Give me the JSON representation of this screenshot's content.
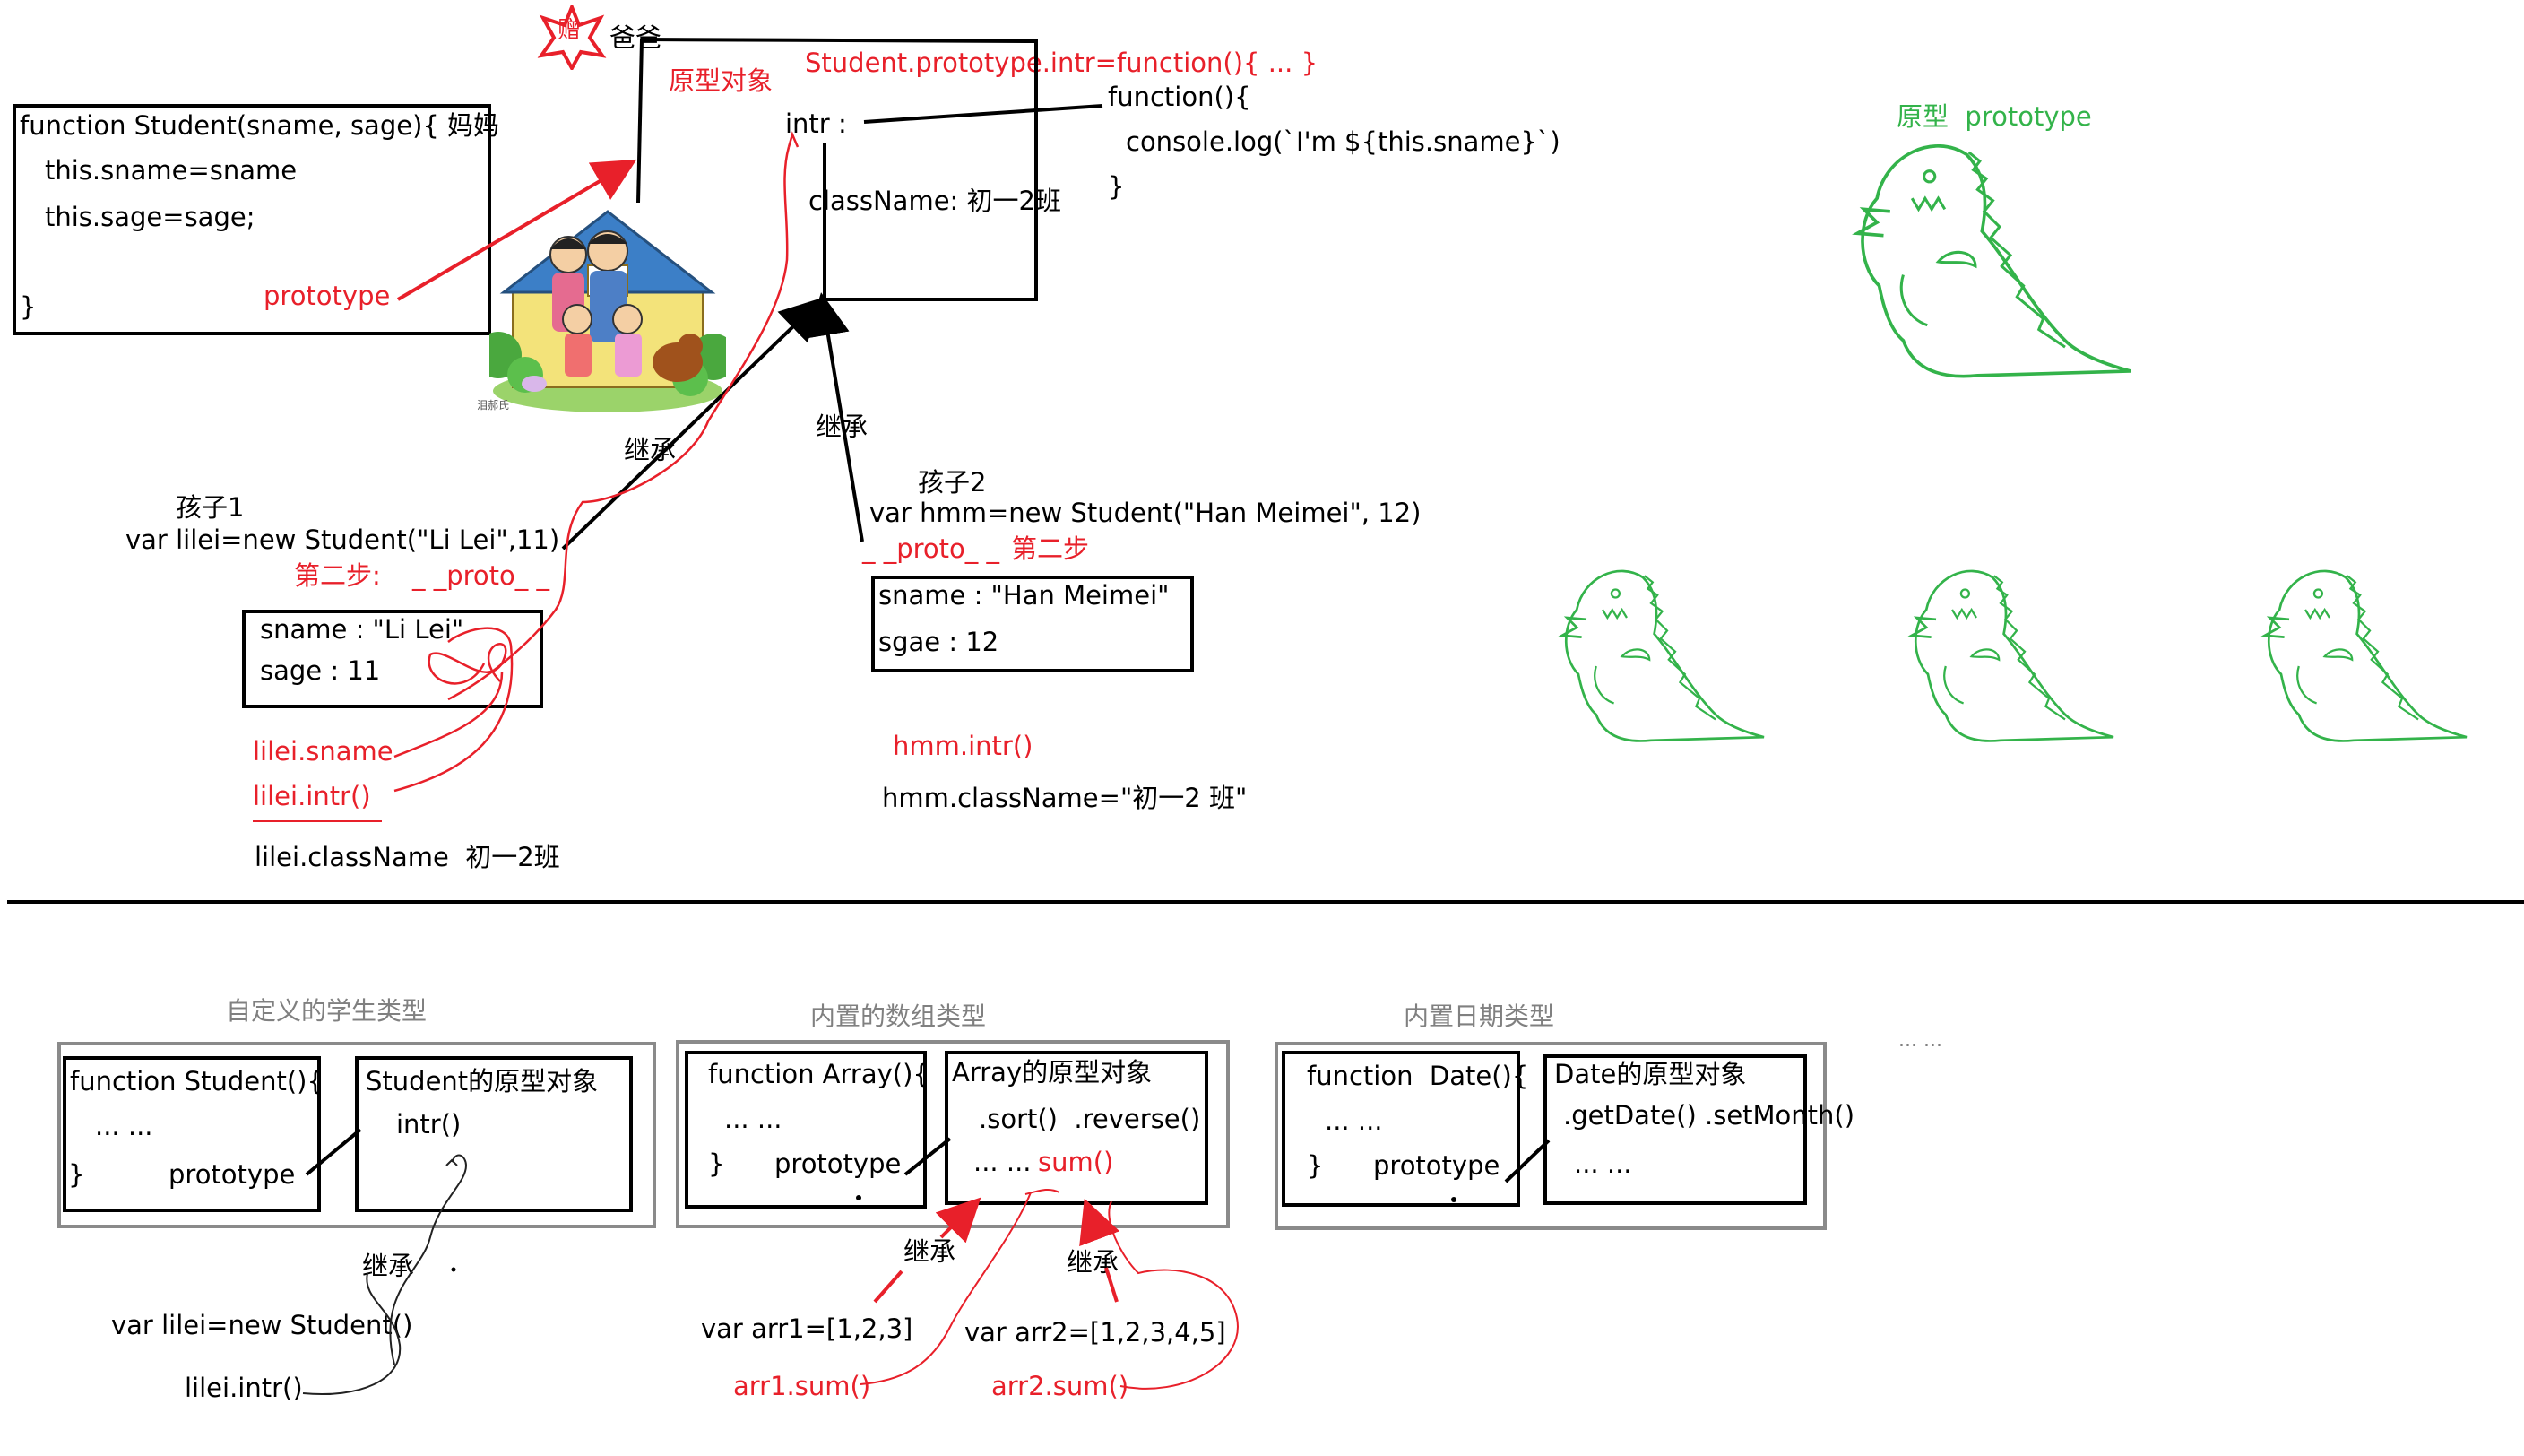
{
  "top": {
    "father_label": "爸爸",
    "gift_badge": "赠",
    "proto_obj_label": "原型对象",
    "proto_assign": "Student.prototype.intr=function(){ ... }",
    "intr_key": "intr :",
    "func_open": "function(){",
    "func_body": "console.log(`I'm ${this.sname}`)",
    "func_close": "}",
    "classname": "className: 初一2班",
    "ctor_line1": "function Student(sname, sage){ 妈妈",
    "ctor_line2": "this.sname=sname",
    "ctor_line3": "this.sage=sage;",
    "ctor_line4": "}",
    "prototype_label": "prototype",
    "family_caption": "泪郝氏",
    "inherit1": "继承",
    "inherit2": "继承",
    "child1_title": "孩子1",
    "child1_code": "var lilei=new Student(\"Li Lei\",11)",
    "step2_a": "第二步:",
    "proto_a": "_ _proto_ _",
    "child1_sname": "sname : \"Li Lei\"",
    "child1_sage": "sage : 11",
    "lilei_sname": "lilei.sname",
    "lilei_intr": "lilei.intr()",
    "lilei_classname": "lilei.className  初一2班",
    "child2_title": "孩子2",
    "child2_code": "var hmm=new Student(\"Han Meimei\", 12)",
    "proto_b": "_ _proto_ _",
    "step2_b": "第二步",
    "child2_sname": "sname : \"Han Meimei\"",
    "child2_sage": "sgae : 12",
    "hmm_intr": "hmm.intr()",
    "hmm_classname": "hmm.className=\"初一2 班\"",
    "dino_label": "原型  prototype"
  },
  "bottom": {
    "section1": {
      "title": "自定义的学生类型",
      "ctor_l1": "function Student(){",
      "ctor_l2": "... ...",
      "ctor_l3": "}",
      "prototype_label": "prototype",
      "proto_title": "Student的原型对象",
      "proto_method": "intr()",
      "inherit": "继承",
      "instance": "var lilei=new Student()",
      "call": "lilei.intr()"
    },
    "section2": {
      "title": "内置的数组类型",
      "ctor_l1": "function Array(){",
      "ctor_l2": "... ...",
      "ctor_l3": "}",
      "prototype_label": "prototype",
      "proto_title": "Array的原型对象",
      "proto_methods": ".sort()  .reverse()",
      "proto_more": "... ...",
      "proto_sum": "sum()",
      "inherit1": "继承",
      "inherit2": "继承",
      "arr1": "var arr1=[1,2,3]",
      "arr2": "var arr2=[1,2,3,4,5]",
      "arr1_call": "arr1.sum()",
      "arr2_call": "arr2.sum()"
    },
    "section3": {
      "title": "内置日期类型",
      "ctor_l1": "function  Date(){",
      "ctor_l2": "... ...",
      "ctor_l3": "}",
      "prototype_label": "prototype",
      "proto_title": "Date的原型对象",
      "proto_methods": ".getDate() .setMonth()",
      "proto_more": "... ..."
    },
    "ellipsis": "... ..."
  },
  "colors": {
    "red": "#e8202a",
    "green": "#33b34a",
    "gray": "#8a8a8a"
  }
}
